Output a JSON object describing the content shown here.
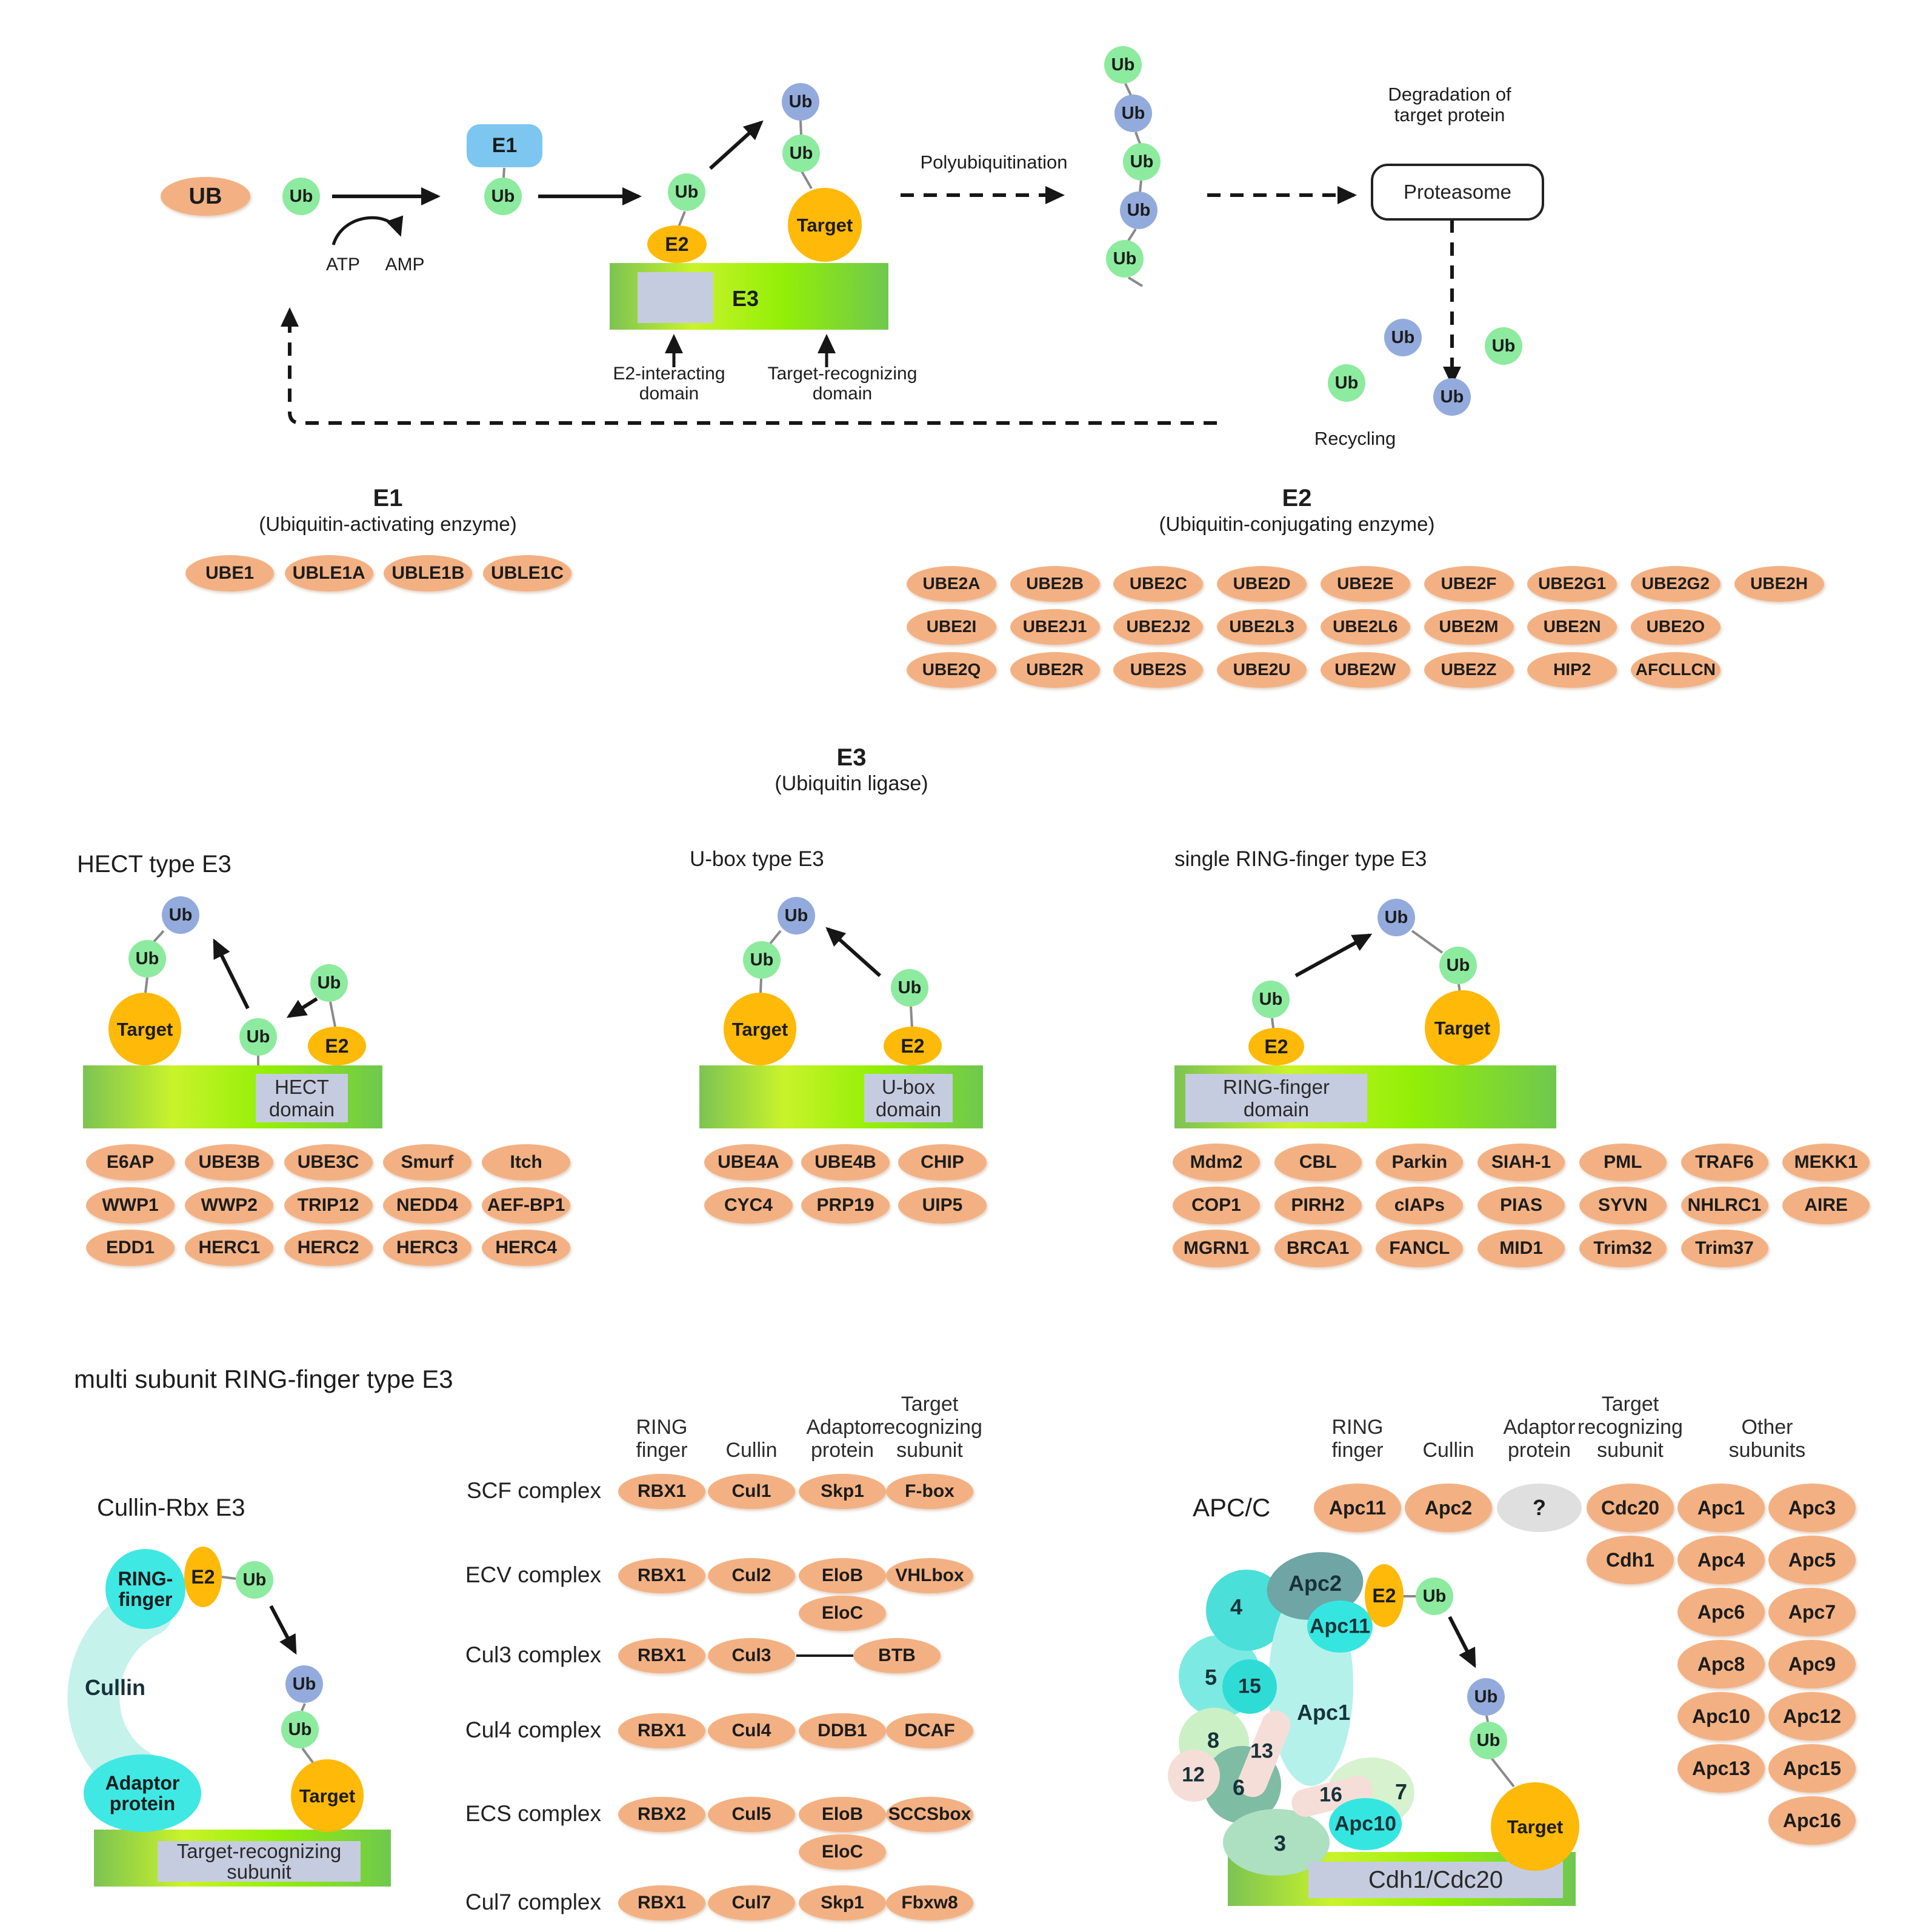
{
  "labels": {
    "ub_free": "UB",
    "ub": "Ub",
    "e1": "E1",
    "e2": "E2",
    "e3": "E3",
    "target": "Target"
  },
  "pathway": {
    "atp": "ATP",
    "amp": "AMP",
    "polyubiquitination": "Polyubiquitination",
    "degradation_line1": "Degradation of",
    "degradation_line2": "target protein",
    "proteasome": "Proteasome",
    "recycling": "Recycling",
    "e2_domain_line1": "E2-interacting",
    "e2_domain_line2": "domain",
    "target_domain_line1": "Target-recognizing",
    "target_domain_line2": "domain"
  },
  "e1_section": {
    "title": "E1",
    "subtitle": "(Ubiquitin-activating enzyme)",
    "members": [
      "UBE1",
      "UBLE1A",
      "UBLE1B",
      "UBLE1C"
    ]
  },
  "e2_section": {
    "title": "E2",
    "subtitle": "(Ubiquitin-conjugating enzyme)",
    "rows": [
      [
        "UBE2A",
        "UBE2B",
        "UBE2C",
        "UBE2D",
        "UBE2E",
        "UBE2F",
        "UBE2G1",
        "UBE2G2",
        "UBE2H"
      ],
      [
        "UBE2I",
        "UBE2J1",
        "UBE2J2",
        "UBE2L3",
        "UBE2L6",
        "UBE2M",
        "UBE2N",
        "UBE2O"
      ],
      [
        "UBE2Q",
        "UBE2R",
        "UBE2S",
        "UBE2U",
        "UBE2W",
        "UBE2Z",
        "HIP2",
        "AFCLLCN"
      ]
    ]
  },
  "e3_section": {
    "title": "E3",
    "subtitle": "(Ubiquitin ligase)"
  },
  "hect": {
    "title": "HECT type E3",
    "domain_line1": "HECT",
    "domain_line2": "domain",
    "rows": [
      [
        "E6AP",
        "UBE3B",
        "UBE3C",
        "Smurf",
        "Itch"
      ],
      [
        "WWP1",
        "WWP2",
        "TRIP12",
        "NEDD4",
        "AEF-BP1"
      ],
      [
        "EDD1",
        "HERC1",
        "HERC2",
        "HERC3",
        "HERC4"
      ]
    ]
  },
  "ubox": {
    "title": "U-box type E3",
    "domain_line1": "U-box",
    "domain_line2": "domain",
    "rows": [
      [
        "UBE4A",
        "UBE4B",
        "CHIP"
      ],
      [
        "CYC4",
        "PRP19",
        "UIP5"
      ]
    ]
  },
  "ring": {
    "title": "single RING-finger type E3",
    "domain_line1": "RING-finger",
    "domain_line2": "domain",
    "rows": [
      [
        "Mdm2",
        "CBL",
        "Parkin",
        "SIAH-1",
        "PML",
        "TRAF6",
        "MEKK1"
      ],
      [
        "COP1",
        "PIRH2",
        "cIAPs",
        "PIAS",
        "SYVN",
        "NHLRC1",
        "AIRE"
      ],
      [
        "MGRN1",
        "BRCA1",
        "FANCL",
        "MID1",
        "Trim32",
        "Trim37"
      ]
    ]
  },
  "multi": {
    "title": "multi subunit RING-finger type E3",
    "cullin_rbx": {
      "title": "Cullin-Rbx E3",
      "ring_finger_line1": "RING-",
      "ring_finger_line2": "finger",
      "cullin": "Cullin",
      "adaptor_line1": "Adaptor",
      "adaptor_line2": "protein",
      "bar_line1": "Target-recognizing",
      "bar_line2": "subunit"
    },
    "table": {
      "headers": {
        "ring": [
          "RING",
          "finger"
        ],
        "cullin": [
          "Cullin"
        ],
        "adaptor": [
          "Adaptor",
          "protein"
        ],
        "target": [
          "Target",
          "recognizing",
          "subunit"
        ]
      },
      "rows": [
        {
          "name": "SCF complex",
          "ring": "RBX1",
          "cullin": "Cul1",
          "adaptor": "Skp1",
          "target": "F-box"
        },
        {
          "name": "ECV complex",
          "ring": "RBX1",
          "cullin": "Cul2",
          "adaptor": "EloB",
          "adaptor2": "EloC",
          "target": "VHLbox"
        },
        {
          "name": "Cul3 complex",
          "ring": "RBX1",
          "cullin": "Cul3",
          "target": "BTB"
        },
        {
          "name": "Cul4 complex",
          "ring": "RBX1",
          "cullin": "Cul4",
          "adaptor": "DDB1",
          "target": "DCAF"
        },
        {
          "name": "ECS complex",
          "ring": "RBX2",
          "cullin": "Cul5",
          "adaptor": "EloB",
          "adaptor2": "EloC",
          "target": "SCCSbox"
        },
        {
          "name": "Cul7 complex",
          "ring": "RBX1",
          "cullin": "Cul7",
          "adaptor": "Skp1",
          "target": "Fbxw8"
        }
      ]
    },
    "apc": {
      "label": "APC/C",
      "headers": {
        "ring": [
          "RING",
          "finger"
        ],
        "cullin": [
          "Cullin"
        ],
        "adaptor": [
          "Adaptor",
          "protein"
        ],
        "target": [
          "Target",
          "recognizing",
          "subunit"
        ],
        "others": [
          "Other",
          "subunits"
        ]
      },
      "ring": "Apc11",
      "cullin": "Apc2",
      "adaptor": "?",
      "target": [
        "Cdc20",
        "Cdh1"
      ],
      "others": [
        [
          "Apc1",
          "Apc3"
        ],
        [
          "Apc4",
          "Apc5"
        ],
        [
          "Apc6",
          "Apc7"
        ],
        [
          "Apc8",
          "Apc9"
        ],
        [
          "Apc10",
          "Apc12"
        ],
        [
          "Apc13",
          "Apc15"
        ],
        [
          "Apc16"
        ]
      ],
      "blob": {
        "apc2": "Apc2",
        "apc11": "Apc11",
        "apc1": "Apc1",
        "apc10": "Apc10",
        "n4": "4",
        "n5": "5",
        "n15": "15",
        "n8": "8",
        "n13": "13",
        "n12": "12",
        "n6": "6",
        "n16": "16",
        "n7": "7",
        "n3": "3",
        "bar": "Cdh1/Cdc20"
      }
    }
  },
  "colors": {
    "salmon": "#F3B183",
    "ub_green": "#8DEB9F",
    "ub_blue": "#93ABDC",
    "e1_blue": "#7DC6F0",
    "orange": "#FFB908",
    "cyan": "#3FE8E3",
    "pale_cyan_arc": "#C6F2EC",
    "domain_gray": "#C6CCE0",
    "unknown_gray": "#DFDFDF",
    "bar_gradient": [
      "#7cc353",
      "#c9f32b",
      "#93ef06",
      "#6fc84e"
    ]
  }
}
